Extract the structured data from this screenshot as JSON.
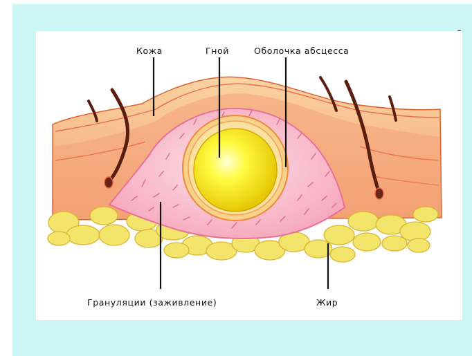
{
  "labels": {
    "skin": "Кожа",
    "pus": "Гной",
    "capsule": "Оболочка абсцесса",
    "granulation": "Грануляции (заживление)",
    "fat": "Жир"
  },
  "colors": {
    "frame": "#ccf6f6",
    "skin": "#f6b37f",
    "skin_edge": "#e8553a",
    "granulation": "#f7b3c2",
    "pus": "#fff300",
    "fat": "#f3e56b",
    "hair": "#5a1e10"
  }
}
